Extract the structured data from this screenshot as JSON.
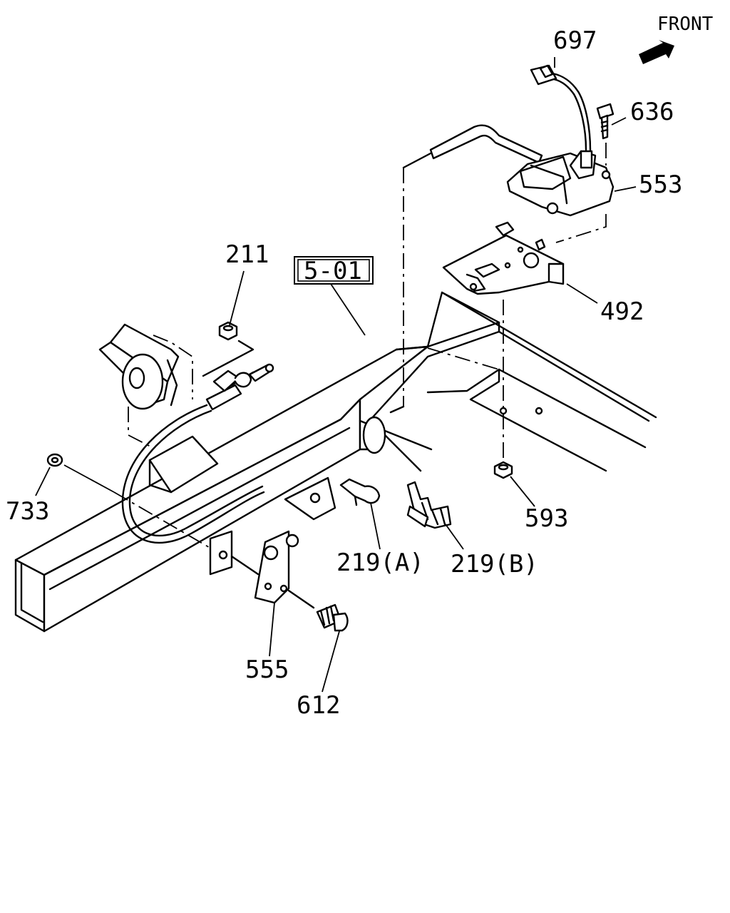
{
  "orientation_label": "FRONT",
  "reference_box": "5-01",
  "callouts": {
    "c697": "697",
    "c636": "636",
    "c553": "553",
    "c211": "211",
    "c492": "492",
    "c733": "733",
    "c593": "593",
    "c219a": "219(A)",
    "c219b": "219(B)",
    "c555": "555",
    "c612": "612"
  }
}
